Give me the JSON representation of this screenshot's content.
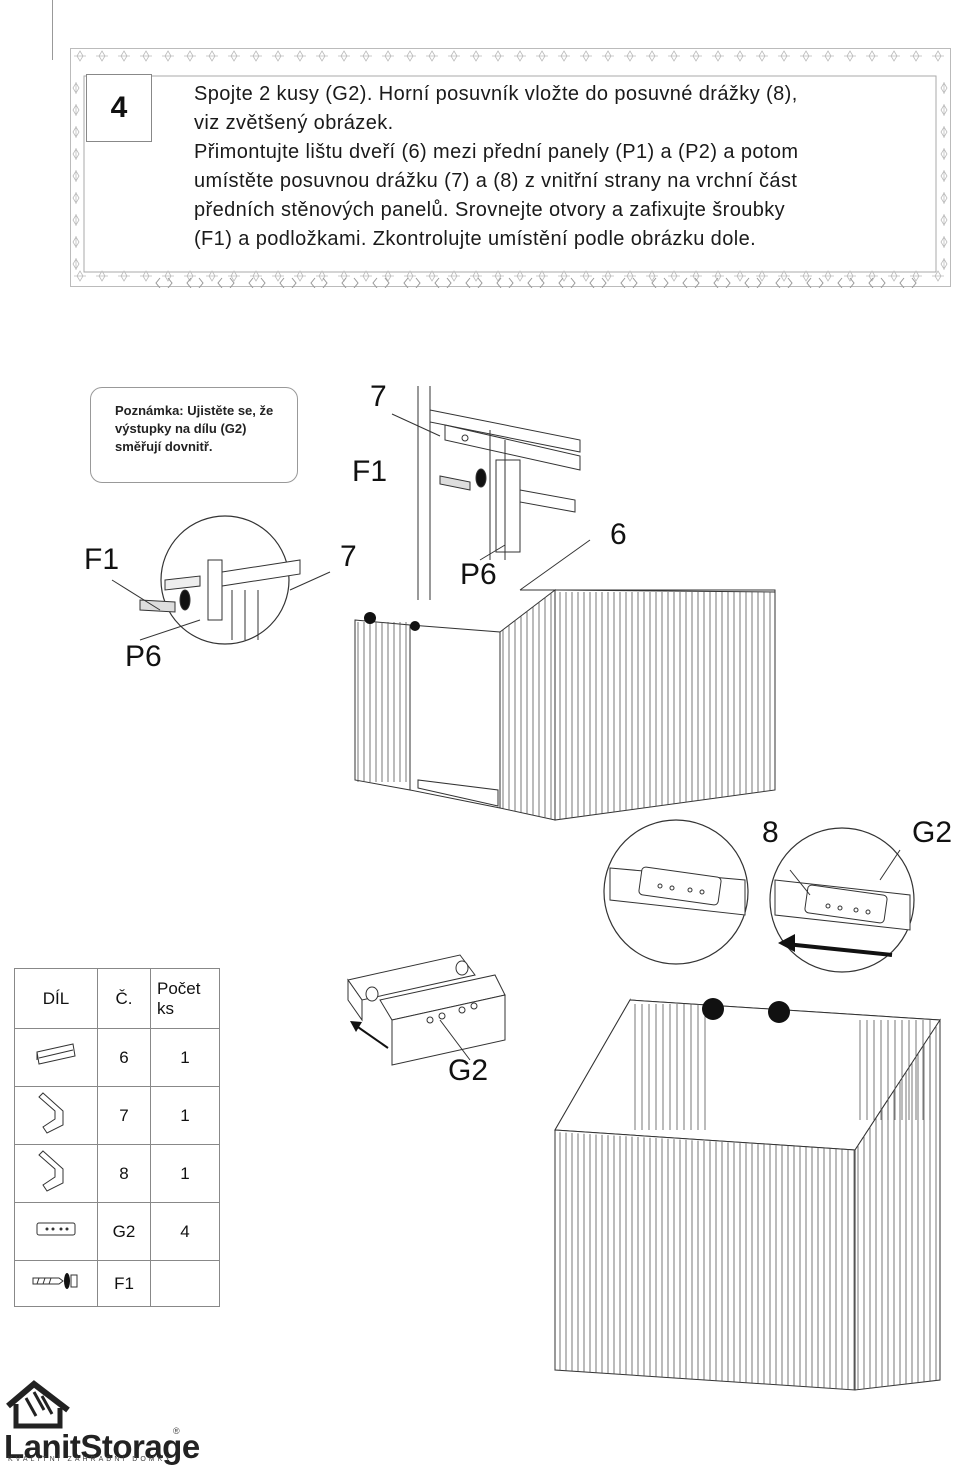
{
  "step": {
    "number": "4"
  },
  "instructions": {
    "line1": "Spojte 2 kusy (G2). Horní posuvník vložte do posuvné drážky (8),",
    "line2": "viz zvětšený obrázek.",
    "line3": "Přimontujte lištu dveří (6) mezi přední panely (P1) a (P2) a potom",
    "line4": "umístěte posuvnou drážku (7) a (8) z vnitřní strany na vrchní část",
    "line5": "předních stěnových panelů. Srovnejte otvory a zafixujte šroubky",
    "line6": "(F1) a podložkami. Zkontrolujte umístění podle obrázku dole."
  },
  "note": {
    "text": "Poznámka: Ujistěte se, že výstupky na dílu (G2) směřují dovnitř."
  },
  "callouts": {
    "c7_top": "7",
    "f1_top": "F1",
    "f1_left": "F1",
    "c7_mid": "7",
    "c6": "6",
    "p6_mid": "P6",
    "p6_left": "P6",
    "c8": "8",
    "g2_right": "G2",
    "g2_bottom": "G2"
  },
  "parts_table": {
    "headers": [
      "DÍL",
      "Č.",
      "Počet ks"
    ],
    "rows": [
      {
        "icon": "channel-6-icon",
        "no": "6",
        "qty": "1"
      },
      {
        "icon": "channel-7-icon",
        "no": "7",
        "qty": "1"
      },
      {
        "icon": "channel-8-icon",
        "no": "8",
        "qty": "1"
      },
      {
        "icon": "plate-g2-icon",
        "no": "G2",
        "qty": "4"
      },
      {
        "icon": "screw-f1-icon",
        "no": "F1",
        "qty": ""
      }
    ]
  },
  "logo": {
    "name": "LanitStorage",
    "tagline": "KVALITNÍ ZAHRADNÍ DOMKY",
    "reg": "®"
  }
}
